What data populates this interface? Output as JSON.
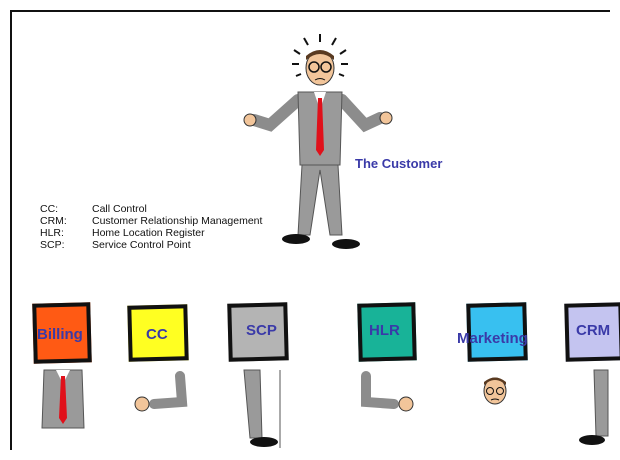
{
  "caption": "The Customer",
  "legend": [
    {
      "abbr": "CC:",
      "text": "Call Control"
    },
    {
      "abbr": "CRM:",
      "text": "Customer Relationship Management"
    },
    {
      "abbr": "HLR:",
      "text": "Home Location Register"
    },
    {
      "abbr": "SCP:",
      "text": "Service Control Point"
    }
  ],
  "systems": [
    {
      "label": "Billing",
      "color": "#ff5a14",
      "part": "torso"
    },
    {
      "label": "CC",
      "color": "#ffff22",
      "part": "right-arm"
    },
    {
      "label": "SCP",
      "color": "#b4b4b4",
      "part": "leg"
    },
    {
      "label": "HLR",
      "color": "#18b398",
      "part": "left-arm"
    },
    {
      "label": "Marketing",
      "color": "#38c0f0",
      "part": "head"
    },
    {
      "label": "CRM",
      "color": "#c4c4f0",
      "part": "leg"
    }
  ]
}
